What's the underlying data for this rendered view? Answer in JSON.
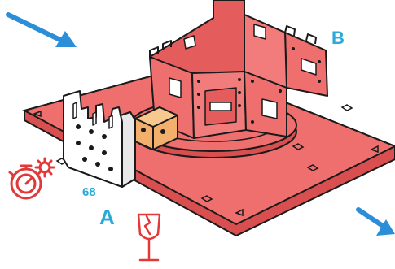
{
  "labels": {
    "part_a": "A",
    "part_b": "B",
    "number": "68"
  },
  "icons": {
    "timer": "stopwatch-gear-icon",
    "fragile": "fragile-glass-icon",
    "arrow_in": "arrow-in-icon",
    "arrow_out": "arrow-out-icon"
  },
  "colors": {
    "arrow": "#2a8fd8",
    "label": "#2aa8d6",
    "plate": "#ef6f6f",
    "plate_dark": "#d94f4f",
    "outline": "#1a1a1a",
    "icon_red": "#e2383a",
    "clip": "#ffffff",
    "block": "#f2b06c"
  }
}
